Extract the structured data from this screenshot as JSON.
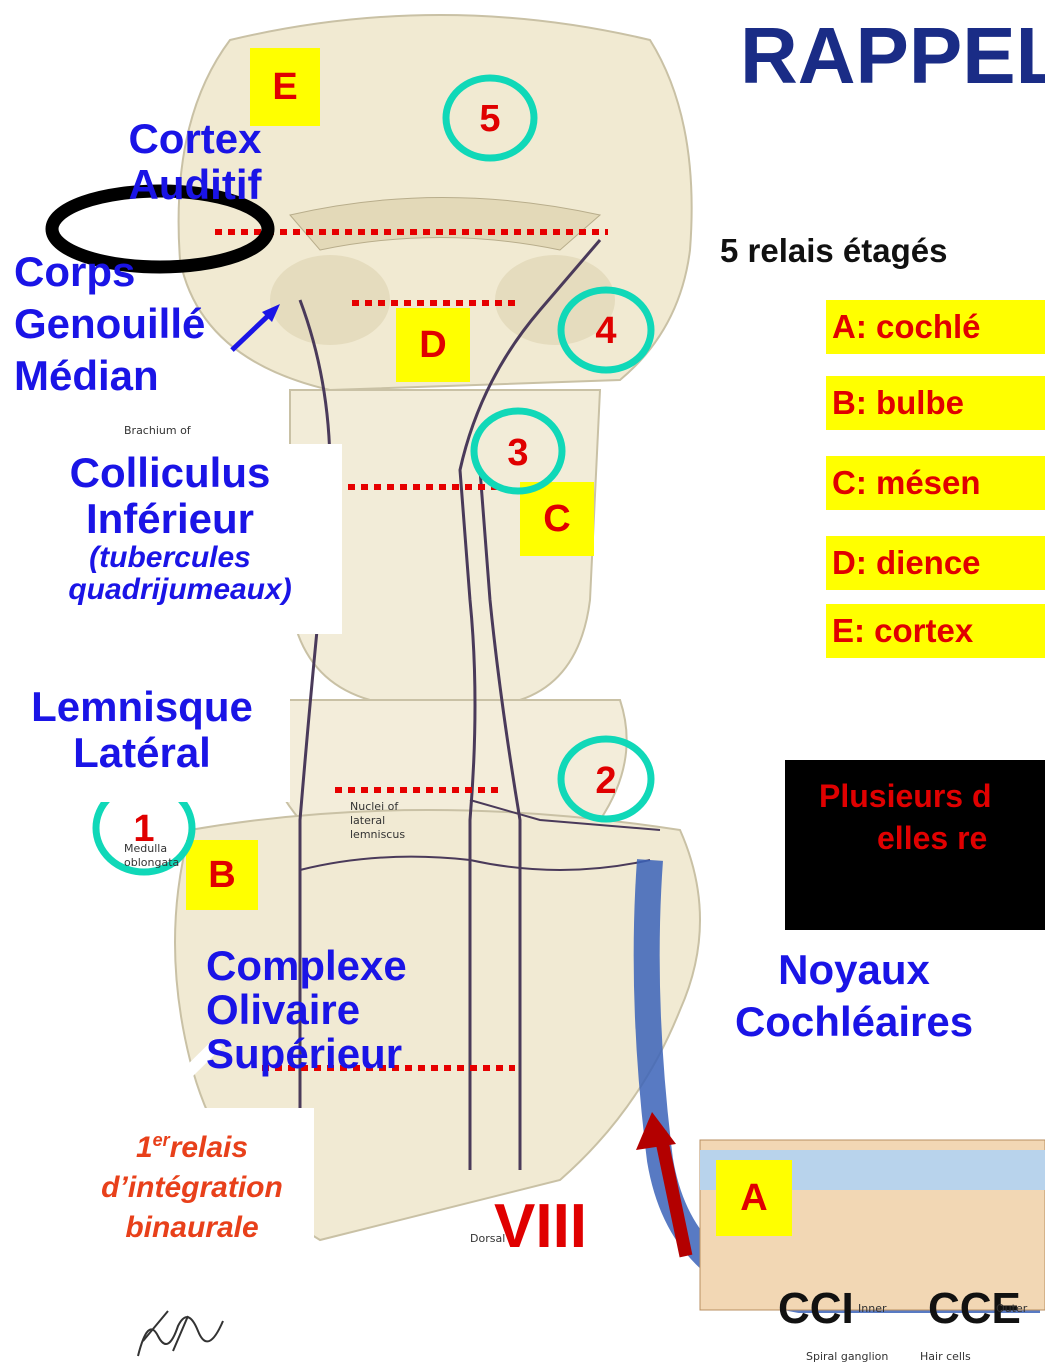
{
  "title": "RAPPEL",
  "relays_heading": "5 relais étagés",
  "relays": [
    {
      "label": "A: cochlé"
    },
    {
      "label": "B: bulbe"
    },
    {
      "label": "C: mésen"
    },
    {
      "label": "D: dience"
    },
    {
      "label": "E: cortex"
    }
  ],
  "levels": {
    "A": "A",
    "B": "B",
    "C": "C",
    "D": "D",
    "E": "E"
  },
  "numbers": {
    "n1": "1",
    "n2": "2",
    "n3": "3",
    "n4": "4",
    "n5": "5"
  },
  "structures": {
    "cortex_line1": "Cortex",
    "cortex_line2": "Auditif",
    "cgm_line1": "Corps",
    "cgm_line2": "Genouillé",
    "cgm_line3": "Médian",
    "colliculus_line1": "Colliculus",
    "colliculus_line2": "Inférieur",
    "colliculus_line3": "(tubercules",
    "colliculus_line4": "quadrijumeaux)",
    "lemniscus_line1": "Lemnisque",
    "lemniscus_line2": "Latéral",
    "olive_line1": "Complexe",
    "olive_line2": "Olivaire",
    "olive_line3": "Supérieur",
    "cochlear_line1": "Noyaux",
    "cochlear_line2": "Cochléaires"
  },
  "binaural_line1": "1",
  "binaural_sup": "er",
  "binaural_line1b": "relais",
  "binaural_line2": "d’intégration",
  "binaural_line3": "binaurale",
  "nerve_label": "VIII",
  "cci": "CCI",
  "cce": "CCE",
  "black_box_line1": "Plusieurs d",
  "black_box_line2": "elles re",
  "atlas_labels": {
    "brachium": "Brachium of",
    "nuclei": "Nuclei of",
    "nuclei2": "lateral",
    "nuclei3": "lemniscus",
    "medulla": "Medulla",
    "medulla2": "oblongata",
    "spiral": "Spiral ganglion",
    "hair": "Hair cells",
    "dorsal": "Dorsal",
    "inner": "Inner",
    "outer": "Outer"
  },
  "colors": {
    "blue_label": "#1a14e6",
    "red": "#e00000",
    "yellow": "#ffff00",
    "cyan_ring": "#00d0b0",
    "dotted": "#e60000"
  }
}
